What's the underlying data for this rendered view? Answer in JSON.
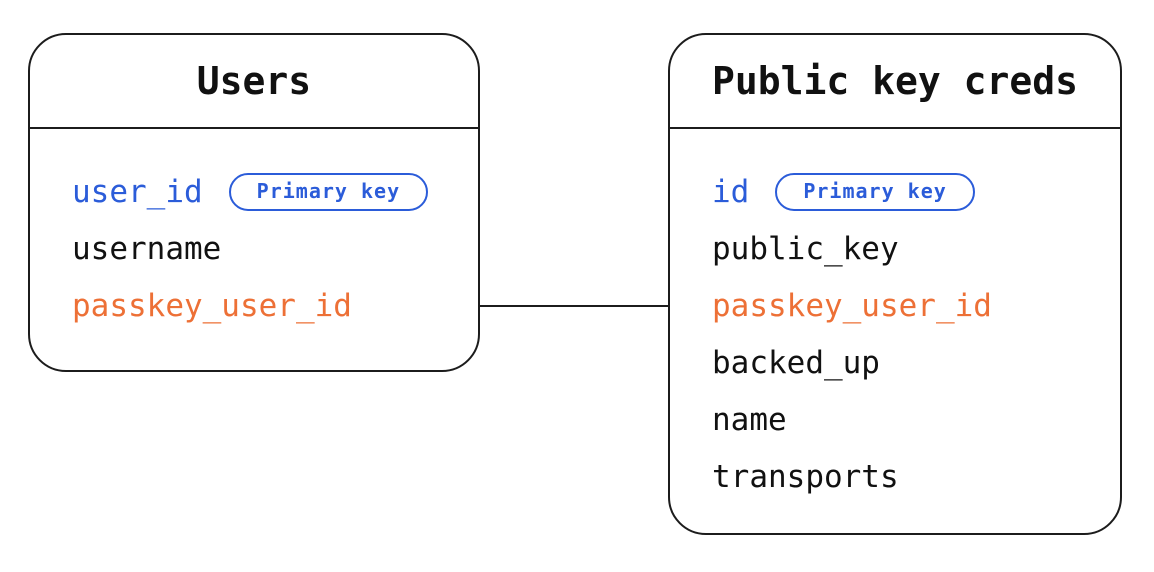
{
  "diagram": {
    "tables": [
      {
        "title": "Users",
        "fields": [
          {
            "name": "user_id",
            "role": "primary-key",
            "badge": "Primary key"
          },
          {
            "name": "username",
            "role": "plain"
          },
          {
            "name": "passkey_user_id",
            "role": "foreign-key"
          }
        ]
      },
      {
        "title": "Public key creds",
        "fields": [
          {
            "name": "id",
            "role": "primary-key",
            "badge": "Primary key"
          },
          {
            "name": "public_key",
            "role": "plain"
          },
          {
            "name": "passkey_user_id",
            "role": "foreign-key"
          },
          {
            "name": "backed_up",
            "role": "plain"
          },
          {
            "name": "name",
            "role": "plain"
          },
          {
            "name": "transports",
            "role": "plain"
          }
        ]
      }
    ],
    "relationship": {
      "from_table": "Users",
      "from_field": "passkey_user_id",
      "to_table": "Public key creds",
      "to_field": "passkey_user_id"
    },
    "colors": {
      "primary_key_blue": "#2b5cd9",
      "linked_field_orange": "#ed7036",
      "text_black": "#111111",
      "line_black": "#1c1c1c",
      "background": "#ffffff"
    }
  }
}
